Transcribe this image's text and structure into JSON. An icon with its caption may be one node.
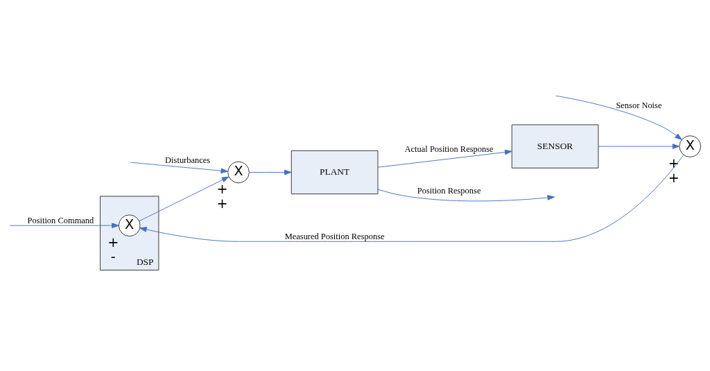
{
  "diagram": {
    "nodes": [
      {
        "text": [
          "DSP"
        ]
      },
      {
        "text": [
          "X"
        ],
        "in": 0,
        "beside": [
          "+",
          "-"
        ]
      },
      {
        "text": [
          "X"
        ],
        "beside": [
          "+",
          "+"
        ]
      },
      {
        "text": [
          "PLANT"
        ]
      },
      {
        "text": [
          "SENSOR"
        ]
      },
      {
        "text": [
          "X"
        ],
        "beside": [
          "+",
          "+"
        ]
      }
    ],
    "edges": [
      {
        "from": null,
        "to": 1,
        "arrow": "to",
        "label": "Position Command"
      },
      {
        "from": 1,
        "to": 2,
        "arrow": "to"
      },
      {
        "from": null,
        "to": 2,
        "arrow": "to",
        "label": "Disturbances"
      },
      {
        "from": 2,
        "to": 3,
        "arrow": "to"
      },
      {
        "from": 3,
        "to": null,
        "arrow": "to",
        "label": "Position Response"
      },
      {
        "from": 3,
        "to": 4,
        "arrow": "to",
        "label": "Actual Position Response"
      },
      {
        "from": 4,
        "to": 5,
        "arrow": "to"
      },
      {
        "from": null,
        "to": 5,
        "arrow": "to",
        "label": "Sensor Noise"
      },
      {
        "from": 5,
        "to": 1,
        "arrow": "to",
        "label": "Measured Position Response"
      }
    ]
  }
}
